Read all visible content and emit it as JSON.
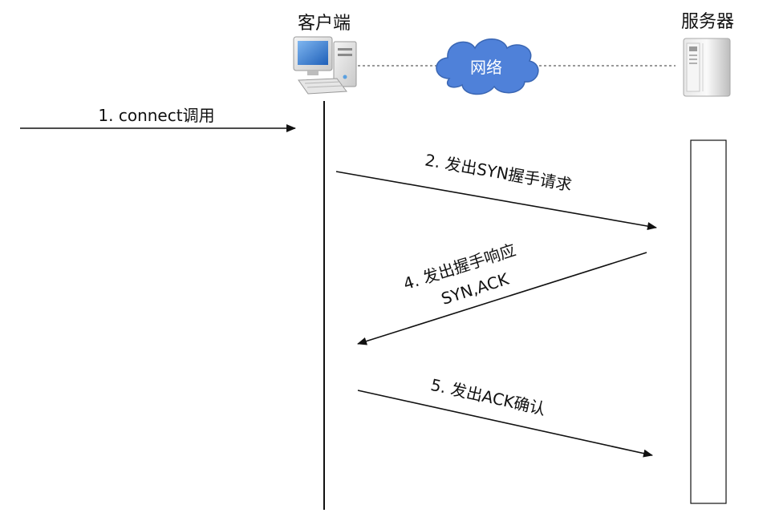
{
  "nodes": {
    "client": {
      "label": "客户端",
      "icon": "desktop-computer-icon"
    },
    "network": {
      "label": "网络",
      "icon": "cloud-icon",
      "fill": "#4F81D9"
    },
    "server": {
      "label": "服务器",
      "icon": "server-tower-icon"
    }
  },
  "messages": [
    {
      "step": "1",
      "text": "1. connect调用"
    },
    {
      "step": "2",
      "text": "2. 发出SYN握手请求"
    },
    {
      "step": "4",
      "line1": "4. 发出握手响应",
      "line2": "SYN,ACK"
    },
    {
      "step": "5",
      "text": "5. 发出ACK确认"
    }
  ]
}
